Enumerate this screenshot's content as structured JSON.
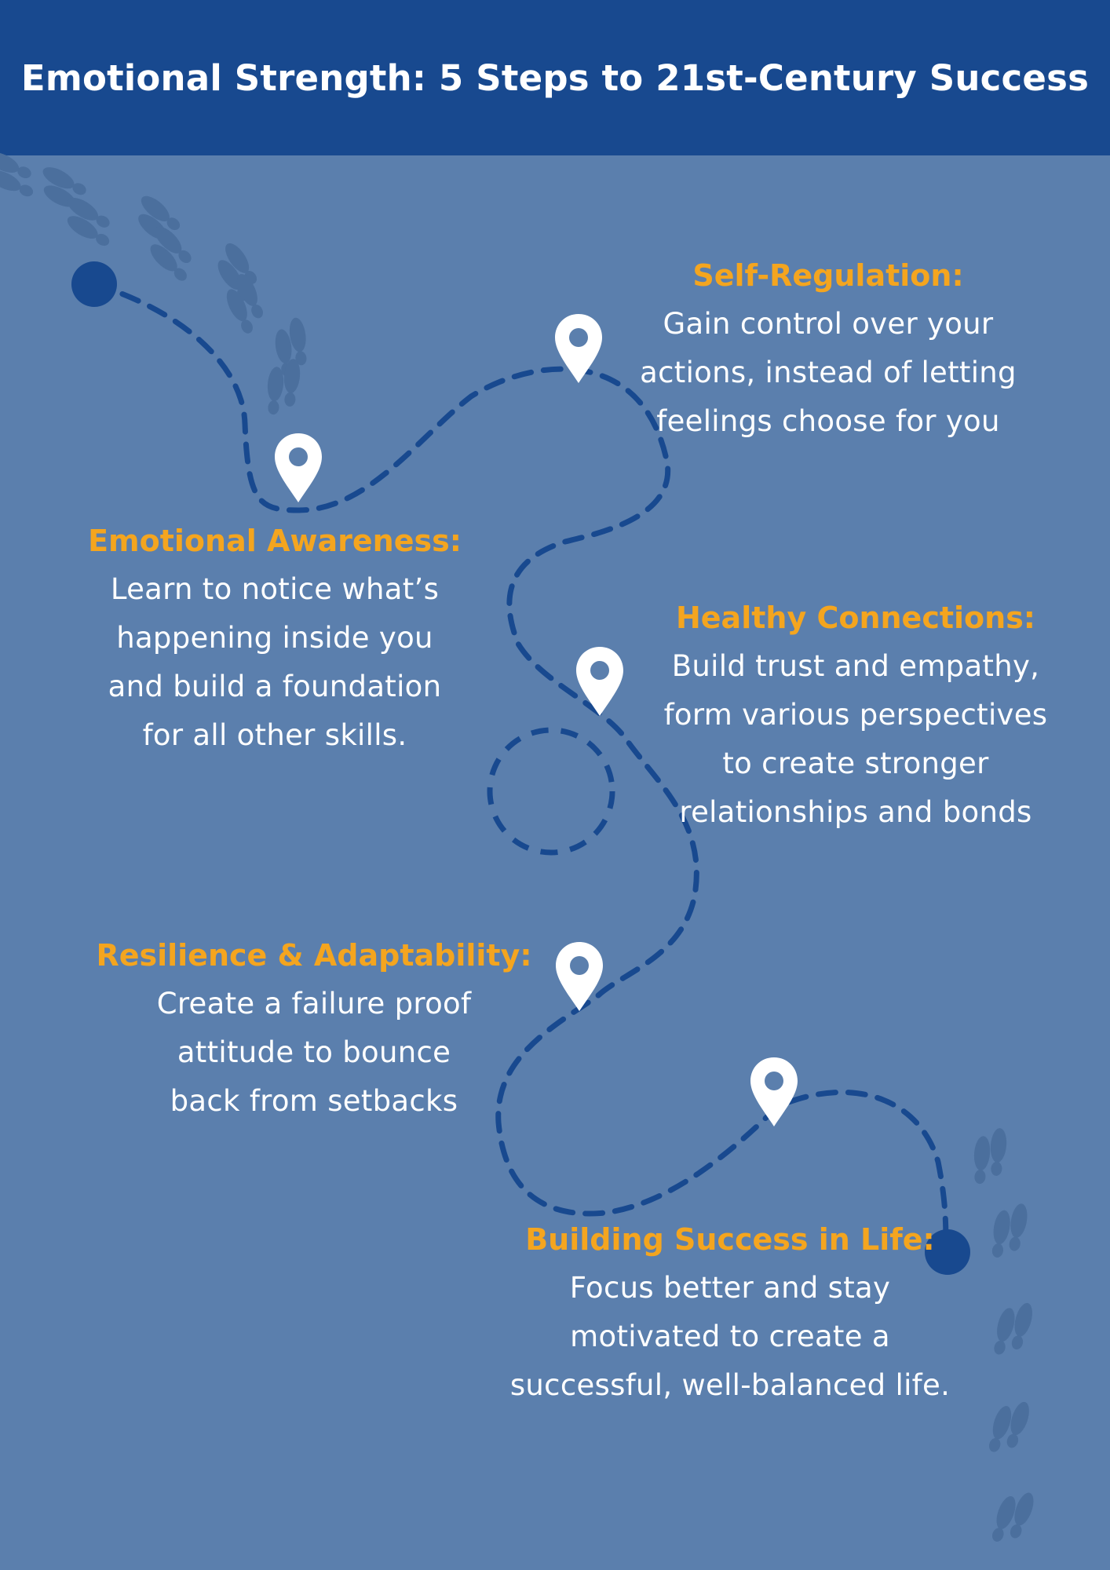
{
  "title": "Emotional Strength: 5 Steps to 21st-Century Success",
  "colors": {
    "background": "#5b7fad",
    "header": "#18498f",
    "path": "#18498f",
    "footprint": "#4b6f9d",
    "heading": "#f4a51f",
    "text": "#ffffff",
    "pin": "#ffffff"
  },
  "icons": {
    "pin": "map-pin-icon",
    "start": "start-dot-icon",
    "end": "end-dot-icon",
    "footprints": "footprints-icon"
  },
  "steps": [
    {
      "title": "Self-Regulation:",
      "text": "Gain control over your\nactions, instead of letting\nfeelings choose for you"
    },
    {
      "title": "Emotional Awareness:",
      "text": "Learn to notice what’s\nhappening inside you\nand build a foundation\nfor all other skills."
    },
    {
      "title": "Healthy Connections:",
      "text": "Build trust and empathy,\nform various perspectives\nto create stronger\nrelationships and bonds"
    },
    {
      "title": "Resilience & Adaptability:",
      "text": "Create a failure proof\nattitude to bounce\nback from setbacks"
    },
    {
      "title": "Building Success in Life:",
      "text": "Focus better and stay\nmotivated to create a\nsuccessful, well-balanced life."
    }
  ]
}
